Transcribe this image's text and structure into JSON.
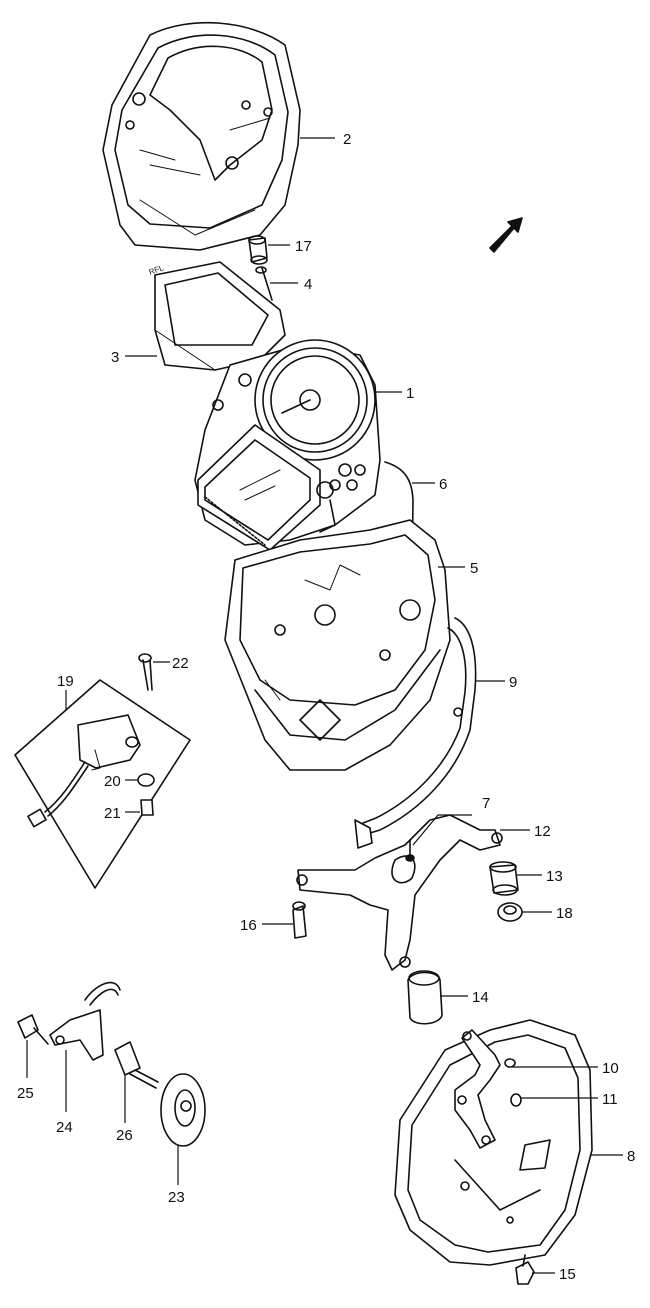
{
  "fwd_label": "FWD",
  "callouts": [
    {
      "id": "c1",
      "label": "1"
    },
    {
      "id": "c2",
      "label": "2"
    },
    {
      "id": "c3",
      "label": "3"
    },
    {
      "id": "c4",
      "label": "4"
    },
    {
      "id": "c5",
      "label": "5"
    },
    {
      "id": "c6",
      "label": "6"
    },
    {
      "id": "c7",
      "label": "7"
    },
    {
      "id": "c8",
      "label": "8"
    },
    {
      "id": "c9",
      "label": "9"
    },
    {
      "id": "c10",
      "label": "10"
    },
    {
      "id": "c11",
      "label": "11"
    },
    {
      "id": "c12",
      "label": "12"
    },
    {
      "id": "c13",
      "label": "13"
    },
    {
      "id": "c14",
      "label": "14"
    },
    {
      "id": "c15",
      "label": "15"
    },
    {
      "id": "c16",
      "label": "16"
    },
    {
      "id": "c17",
      "label": "17"
    },
    {
      "id": "c18",
      "label": "18"
    },
    {
      "id": "c19",
      "label": "19"
    },
    {
      "id": "c20",
      "label": "20"
    },
    {
      "id": "c21",
      "label": "21"
    },
    {
      "id": "c22",
      "label": "22"
    },
    {
      "id": "c23",
      "label": "23"
    },
    {
      "id": "c24",
      "label": "24"
    },
    {
      "id": "c25",
      "label": "25"
    },
    {
      "id": "c26",
      "label": "26"
    }
  ]
}
